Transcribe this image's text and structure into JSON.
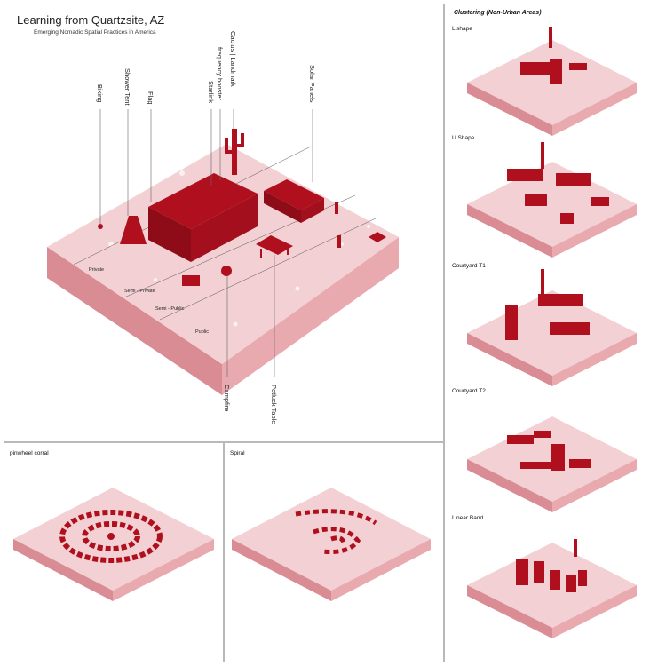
{
  "header": {
    "title": "Learning from Quartzsite, AZ",
    "subtitle": "Emerging Nomadic Spatial Practices in America"
  },
  "main_diagram": {
    "callouts": [
      {
        "id": "biking",
        "text": "Biking"
      },
      {
        "id": "shower",
        "text": "Shower Tent"
      },
      {
        "id": "flag",
        "text": "Flag"
      },
      {
        "id": "starlink",
        "text": "Starlink"
      },
      {
        "id": "booster",
        "text": "frequency booster"
      },
      {
        "id": "cactus",
        "text": "Cactus | Landmark"
      },
      {
        "id": "solar",
        "text": "Solar Panels"
      },
      {
        "id": "campfire",
        "text": "Campfire"
      },
      {
        "id": "potluck",
        "text": "Potluck Table"
      }
    ],
    "zones": [
      "Private",
      "Semi - Private",
      "Semi - Public",
      "Public"
    ]
  },
  "clustering": {
    "heading": "Clustering (Non-Urban Areas)",
    "items": [
      "L shape",
      "U Shape",
      "Courtyard T1",
      "Courtyard T2",
      "Linear Band"
    ]
  },
  "bottom": {
    "pinwheel": "pinwheel corral",
    "spiral": "Spiral"
  },
  "colors": {
    "accent": "#b0101e",
    "ground_top": "#f2c9cd",
    "ground_side": "#d98c93",
    "ground_front": "#e3a3a9"
  }
}
